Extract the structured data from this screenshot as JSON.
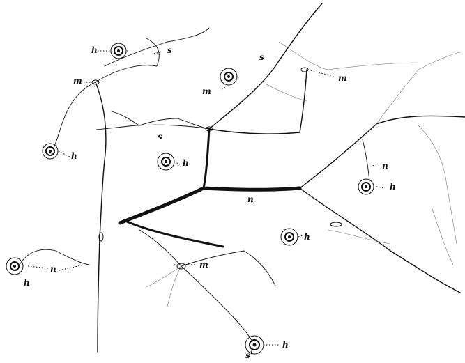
{
  "labels": {
    "hair": "h",
    "nerve": "n",
    "muscle": "m",
    "sense": "s",
    "sense_prime": "s'"
  }
}
